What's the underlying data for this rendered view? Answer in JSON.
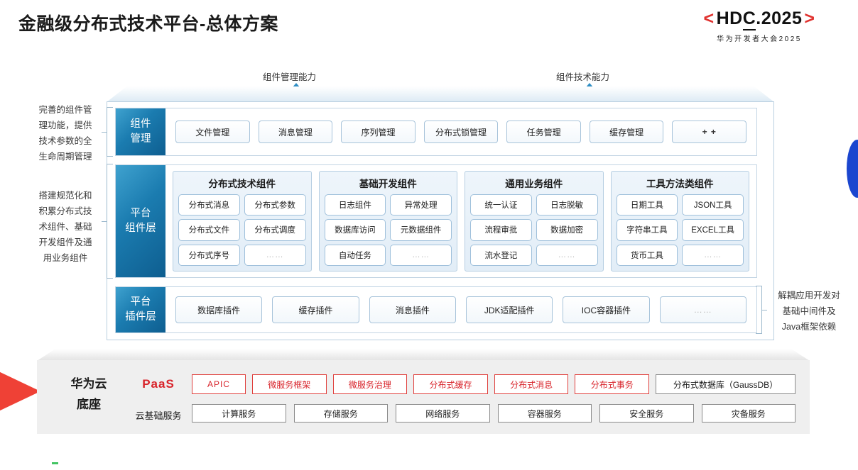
{
  "header": {
    "title": "金融级分布式技术平台-总体方案",
    "logo_open_bracket": "<",
    "logo_text_a": "HD",
    "logo_text_b": "C",
    "logo_text_c": ".2025",
    "logo_close_bracket": ">",
    "logo_subtitle": "华为开发者大会2025",
    "accent_red": "#e0322f"
  },
  "callouts": {
    "arrow_left_label": "组件管理能力",
    "arrow_right_label": "组件技术能力"
  },
  "side_notes": {
    "left_top": "完善的组件管\n理功能，提供\n技术参数的全\n生命周期管理",
    "left_bottom": "搭建规范化和\n积累分布式技\n术组件、基础\n开发组件及通\n用业务组件",
    "right": "解耦应用开发对\n基础中间件及\nJava框架依赖"
  },
  "component_management": {
    "layer_label": "组件\n管理",
    "items": [
      "文件管理",
      "消息管理",
      "序列管理",
      "分布式锁管理",
      "任务管理",
      "缓存管理",
      "+ +"
    ]
  },
  "platform_component_layer": {
    "layer_label": "平台\n组件层",
    "groups": [
      {
        "title": "分布式技术组件",
        "cells": [
          "分布式消息",
          "分布式参数",
          "分布式文件",
          "分布式调度",
          "分布式序号",
          "……"
        ]
      },
      {
        "title": "基础开发组件",
        "cells": [
          "日志组件",
          "异常处理",
          "数据库访问",
          "元数据组件",
          "自动任务",
          "……"
        ]
      },
      {
        "title": "通用业务组件",
        "cells": [
          "统一认证",
          "日志脱敏",
          "流程审批",
          "数据加密",
          "流水登记",
          "……"
        ]
      },
      {
        "title": "工具方法类组件",
        "cells": [
          "日期工具",
          "JSON工具",
          "字符串工具",
          "EXCEL工具",
          "货币工具",
          "……"
        ]
      }
    ]
  },
  "plugin_layer": {
    "layer_label": "平台\n插件层",
    "items": [
      "数据库插件",
      "缓存插件",
      "消息插件",
      "JDK适配插件",
      "IOC容器插件",
      "……"
    ]
  },
  "foundation": {
    "title": "华为云\n底座",
    "paas_label": "PaaS",
    "cloud_base_label": "云基础服务",
    "paas_items": [
      "APIC",
      "微服务框架",
      "微服务治理",
      "分布式缓存",
      "分布式消息",
      "分布式事务",
      "分布式数据库（GaussDB）"
    ],
    "cloud_services": [
      "计算服务",
      "存储服务",
      "网络服务",
      "容器服务",
      "安全服务",
      "灾备服务"
    ],
    "paas_accent": "#d8232a"
  }
}
